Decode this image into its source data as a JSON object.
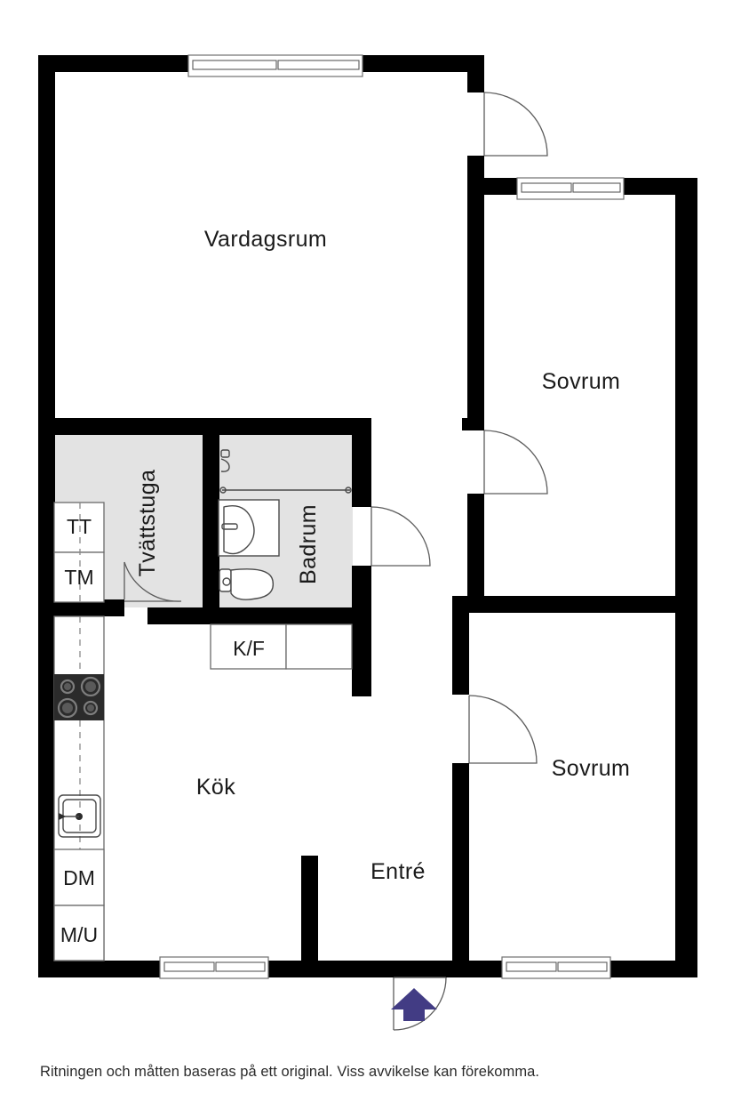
{
  "document": {
    "type": "floor-plan",
    "language": "sv",
    "footer_note": "Ritningen och måtten baseras på ett original. Viss avvikelse kan förekomma."
  },
  "rooms": [
    {
      "id": "vardagsrum",
      "label": "Vardagsrum",
      "floor_color": "#ffffff"
    },
    {
      "id": "sovrum_upper",
      "label": "Sovrum",
      "floor_color": "#ffffff"
    },
    {
      "id": "sovrum_lower",
      "label": "Sovrum",
      "floor_color": "#ffffff"
    },
    {
      "id": "tvattstuga",
      "label": "Tvättstuga",
      "floor_color": "#e3e3e3"
    },
    {
      "id": "badrum",
      "label": "Badrum",
      "floor_color": "#e3e3e3"
    },
    {
      "id": "kok",
      "label": "Kök",
      "floor_color": "#ffffff"
    },
    {
      "id": "entre",
      "label": "Entré",
      "floor_color": "#ffffff"
    }
  ],
  "appliances": [
    {
      "id": "tt",
      "label": "TT",
      "meaning": "torktumlare"
    },
    {
      "id": "tm",
      "label": "TM",
      "meaning": "tvättmaskin"
    },
    {
      "id": "kf",
      "label": "K/F",
      "meaning": "kyl/frys"
    },
    {
      "id": "dm",
      "label": "DM",
      "meaning": "diskmaskin"
    },
    {
      "id": "mu",
      "label": "M/U",
      "meaning": "mikro/ugn"
    }
  ],
  "fixtures": [
    {
      "id": "shower",
      "name": "shower-fixture",
      "room": "badrum"
    },
    {
      "id": "washbasin",
      "name": "sink-fixture",
      "room": "badrum"
    },
    {
      "id": "toilet",
      "name": "toilet-fixture",
      "room": "badrum"
    },
    {
      "id": "kitchen-sink",
      "name": "kitchen-sink-fixture",
      "room": "kok"
    },
    {
      "id": "stove",
      "name": "stove-fixture",
      "room": "kok"
    }
  ],
  "windows": [
    {
      "id": "win-living",
      "room": "vardagsrum",
      "wall": "top"
    },
    {
      "id": "win-sovrum-upper",
      "room": "sovrum_upper",
      "wall": "top"
    },
    {
      "id": "win-kok",
      "room": "kok",
      "wall": "bottom"
    },
    {
      "id": "win-sovrum-lower",
      "room": "sovrum_lower",
      "wall": "bottom"
    }
  ],
  "doors": [
    {
      "id": "door-living-hall",
      "swing": "right"
    },
    {
      "id": "door-sovrum-upper",
      "swing": "right"
    },
    {
      "id": "door-badrum",
      "swing": "right"
    },
    {
      "id": "door-tvattstuga",
      "swing": "left"
    },
    {
      "id": "door-sovrum-lower",
      "swing": "right"
    },
    {
      "id": "door-entrance",
      "swing": "right",
      "marker": "entrance-arrow"
    }
  ],
  "entrance_marker": {
    "name": "entrance-arrow",
    "color": "#423c84",
    "direction": "up"
  },
  "colors": {
    "wall": "#000000",
    "wet_room_floor": "#e3e3e3",
    "dry_room_floor": "#ffffff",
    "entrance_arrow": "#423c84",
    "text": "#1a1a1a",
    "fixture_stroke": "#4a4a4a"
  }
}
